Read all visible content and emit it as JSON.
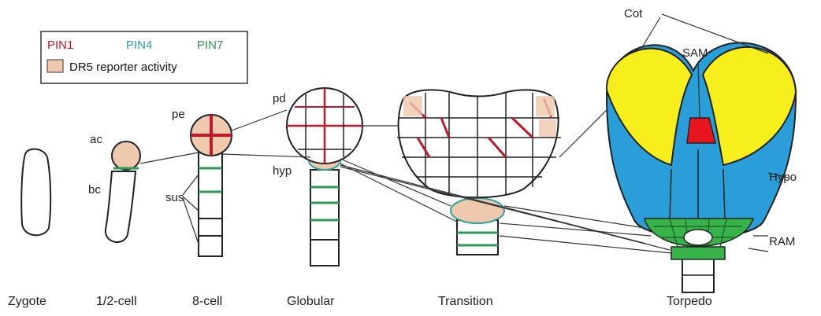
{
  "legend": {
    "pin1": "PIN1",
    "pin4": "PIN4",
    "pin7": "PIN7",
    "dr5": "DR5 reporter activity"
  },
  "labels": {
    "ac": "ac",
    "bc": "bc",
    "pe": "pe",
    "sus": "sus",
    "pd": "pd",
    "hyp": "hyp",
    "cot": "Cot",
    "sam": "SAM",
    "hypo": "Hypo",
    "ram": "RAM"
  },
  "stages": [
    "Zygote",
    "1/2-cell",
    "8-cell",
    "Globular",
    "Transition",
    "Torpedo"
  ],
  "colors": {
    "pin1": "#c0182a",
    "pin4": "#2aa39a",
    "pin7": "#2f9a57",
    "dr5": "#efc9ad",
    "cot": "#f7ef1c",
    "hypo": "#2a9ed8",
    "sam": "#e8141e",
    "ram": "#37b34a"
  }
}
